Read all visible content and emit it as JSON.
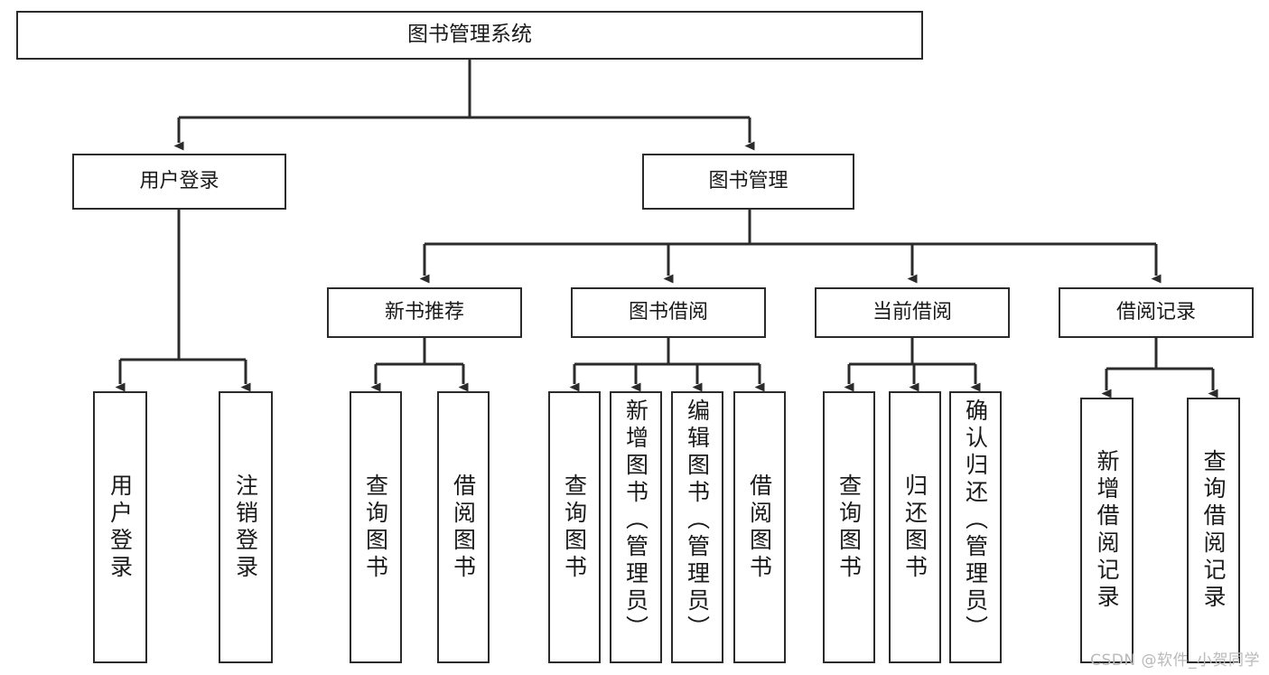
{
  "diagram": {
    "title": "图书管理系统",
    "type": "tree-hierarchy",
    "colors": {
      "box_border": "#2b2b2b",
      "box_fill": "#ffffff",
      "connector": "#2b2b2b",
      "text": "#1a1a1a",
      "watermark": "#b9b9b9"
    },
    "root": {
      "label": "图书管理系统"
    },
    "level2": [
      {
        "label": "用户登录"
      },
      {
        "label": "图书管理"
      }
    ],
    "level3": [
      {
        "label": "新书推荐"
      },
      {
        "label": "图书借阅"
      },
      {
        "label": "当前借阅"
      },
      {
        "label": "借阅记录"
      }
    ],
    "leaves": {
      "user_login": [
        {
          "label": "用户登录"
        },
        {
          "label": "注销登录"
        }
      ],
      "new_book_recommend": [
        {
          "label": "查询图书"
        },
        {
          "label": "借阅图书"
        }
      ],
      "book_borrow": [
        {
          "label": "查询图书"
        },
        {
          "label": "新增图书（管理员）"
        },
        {
          "label": "编辑图书（管理员）"
        },
        {
          "label": "借阅图书"
        }
      ],
      "current_borrow": [
        {
          "label": "查询图书"
        },
        {
          "label": "归还图书"
        },
        {
          "label": "确认归还（管理员）"
        }
      ],
      "borrow_record": [
        {
          "label": "新增借阅记录"
        },
        {
          "label": "查询借阅记录"
        }
      ]
    },
    "watermark": "CSDN @软件_小贺同学"
  }
}
